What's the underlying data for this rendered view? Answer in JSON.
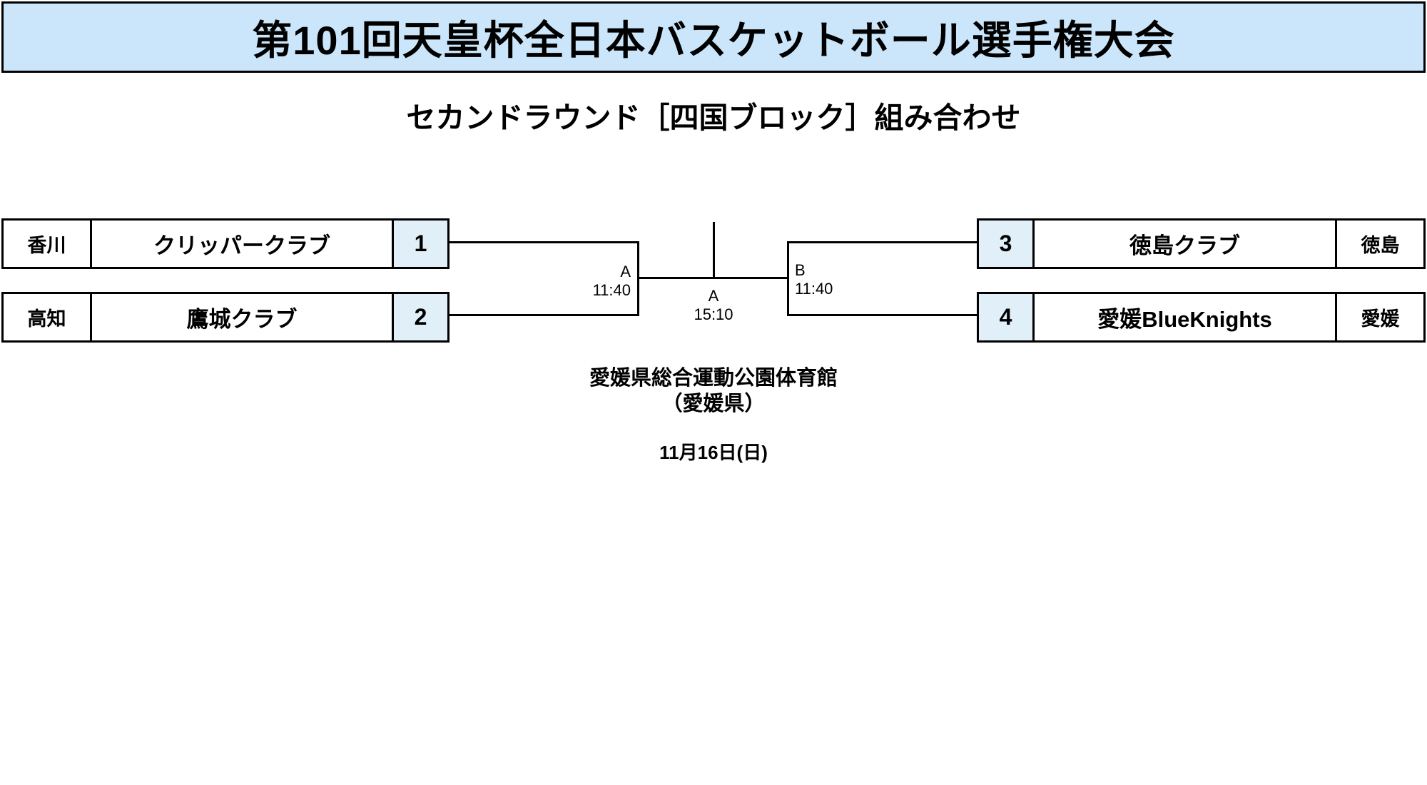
{
  "colors": {
    "banner_bg": "#cbe6fa",
    "seed_bg": "#e1eff9",
    "line": "#000000"
  },
  "header": {
    "title": "第101回天皇杯全日本バスケットボール選手権大会"
  },
  "subtitle": "セカンドラウンド［四国ブロック］組み合わせ",
  "bracket": {
    "teams": [
      {
        "seed": "1",
        "prefecture": "香川",
        "name": "クリッパークラブ"
      },
      {
        "seed": "2",
        "prefecture": "高知",
        "name": "鷹城クラブ"
      },
      {
        "seed": "3",
        "prefecture": "徳島",
        "name": "徳島クラブ"
      },
      {
        "seed": "4",
        "prefecture": "愛媛",
        "name": "愛媛BlueKnights"
      }
    ],
    "matches": {
      "left": {
        "court": "A",
        "time": "11:40"
      },
      "right": {
        "court": "B",
        "time": "11:40"
      },
      "final": {
        "court": "A",
        "time": "15:10"
      }
    }
  },
  "venue": {
    "name": "愛媛県総合運動公園体育館",
    "prefecture": "（愛媛県）",
    "date": "11月16日(日)"
  }
}
